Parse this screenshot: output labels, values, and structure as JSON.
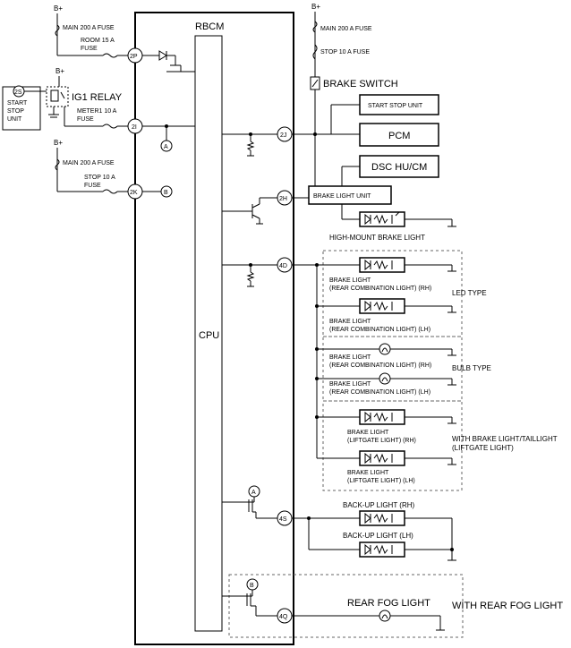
{
  "supply": {
    "bplus": "B+",
    "main_fuse": "MAIN 200 A FUSE",
    "room_fuse_1": "ROOM 15 A",
    "room_fuse_2": "FUSE",
    "meter_fuse_1": "METER1 10 A",
    "meter_fuse_2": "FUSE",
    "stop_fuse_1": "STOP 10 A",
    "stop_fuse_2": "FUSE",
    "stop_fuse_right": "STOP 10 A FUSE"
  },
  "module": {
    "title": "RBCM",
    "cpu": "CPU"
  },
  "left": {
    "start_stop_terminal": "2S",
    "start_stop_unit": [
      "START",
      "STOP",
      "UNIT"
    ],
    "ig1_relay": "IG1 RELAY"
  },
  "terminals": {
    "t2p": "2P",
    "t2i": "2I",
    "t2k": "2K",
    "t2j": "2J",
    "t2h": "2H",
    "t4d": "4D",
    "t4s": "4S",
    "t4q": "4Q",
    "ref_a": "A",
    "ref_b": "B"
  },
  "right": {
    "brake_switch": "BRAKE SWITCH",
    "start_stop_unit": "START STOP UNIT",
    "pcm": "PCM",
    "dsc": "DSC HU/CM",
    "brake_light_unit": "BRAKE LIGHT UNIT",
    "high_mount": "HIGH-MOUNT BRAKE LIGHT"
  },
  "lamps": {
    "brake_light": "BRAKE LIGHT",
    "rear_rh": "(REAR COMBINATION LIGHT) (RH)",
    "rear_lh": "(REAR COMBINATION LIGHT) (LH)",
    "liftgate_rh": "(LIFTGATE LIGHT) (RH)",
    "liftgate_lh": "(LIFTGATE LIGHT) (LH)",
    "led_type": "LED TYPE",
    "bulb_type": "BULB TYPE",
    "with_taillight_1": "WITH BRAKE LIGHT/TAILLIGHT",
    "with_taillight_2": "(LIFTGATE LIGHT)",
    "backup_rh": "BACK-UP LIGHT (RH)",
    "backup_lh": "BACK-UP LIGHT (LH)",
    "rear_fog": "REAR FOG LIGHT",
    "with_rear_fog": "WITH REAR FOG LIGHT"
  }
}
